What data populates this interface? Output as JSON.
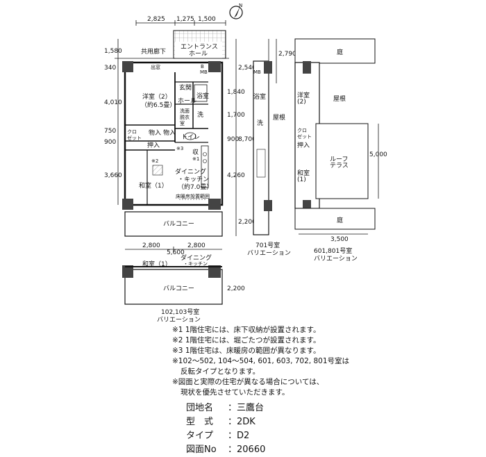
{
  "compass": {
    "label": "N"
  },
  "main": {
    "dims_top": [
      "2,825",
      "1,275",
      "1,500"
    ],
    "dims_left": [
      "1,580",
      "340",
      "4,010",
      "750",
      "900",
      "3,660"
    ],
    "dims_right": [
      "2,540",
      "1,840",
      "1,700",
      "900",
      "8,700",
      "4,260",
      "2,200"
    ],
    "rooms": {
      "corridor": "共用廊下",
      "entrance_hall_1": "エントランス",
      "entrance_hall_2": "ホール",
      "demado": "出窓",
      "mb": "MB",
      "b": "B",
      "genkan": "玄関",
      "hall": "ホール",
      "bath": "浴室",
      "washroom": "洗面\n脱衣\n室",
      "wash": "洗",
      "youshitsu_1": "洋室（2）",
      "youshitsu_2": "（約6.5畳）",
      "closet": "クロ\nゼット",
      "mono1": "物入",
      "mono2": "物入",
      "toilet": "トイレ",
      "oshiire": "押入",
      "note3": "※3",
      "shu": "収",
      "note1": "※1",
      "note2": "※2",
      "dk_1": "ダイニング",
      "dk_2": "・キッチン",
      "dk_3": "（約7.0畳）",
      "washitsu": "和室（1）",
      "floor_heat": "床暖房設置範囲",
      "balcony": "バルコニー"
    }
  },
  "v102": {
    "dims": [
      "2,800",
      "2,800",
      "5,600",
      "2,200"
    ],
    "dk_1": "ダイニング",
    "dk_2": "・キッチン",
    "washitsu": "和室（1）",
    "balcony": "バルコニー",
    "caption_1": "102,103号室",
    "caption_2": "バリエーション"
  },
  "v701": {
    "dim": "2,790",
    "mb": "MB",
    "bath": "浴室",
    "wash": "洗",
    "roof": "屋根",
    "caption_1": "701号室",
    "caption_2": "バリエーション"
  },
  "v601": {
    "niwa_top": "庭",
    "youshitsu": "洋室\n(2)",
    "roof": "屋根",
    "closet": "クロ\nゼット",
    "oshiire": "押入",
    "washitsu": "和室\n(1)",
    "roof_terrace": "ルーフ\nテラス",
    "dim_5000": "5,000",
    "dim_3500": "3,500",
    "niwa_bottom": "庭",
    "caption_1": "601,801号室",
    "caption_2": "バリエーション"
  },
  "notes": [
    "※1 1階住宅には、床下収納が設置されます。",
    "※2 1階住宅には、堀ごたつが設置されます。",
    "※3 1階住宅は、床暖房の範囲が異なります。",
    "※102～502, 104～504, 601, 603, 702, 801号室は",
    "反転タイプとなります。",
    "※図面と実際の住宅が異なる場合については、",
    "現状を優先させていただきます。"
  ],
  "info": [
    {
      "key": "団地名",
      "value": "三鷹台"
    },
    {
      "key": "型　式",
      "value": "2DK"
    },
    {
      "key": "タイプ",
      "value": "D2"
    },
    {
      "key": "図面No",
      "value": "20660"
    }
  ]
}
